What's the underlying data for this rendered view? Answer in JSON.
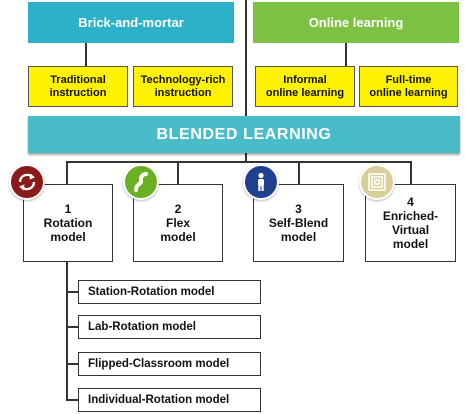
{
  "top_headers": {
    "left": "Brick-and-mortar",
    "right": "Online learning"
  },
  "yellow_boxes": [
    {
      "line1": "Traditional",
      "line2": "instruction"
    },
    {
      "line1": "Technology-rich",
      "line2": "instruction"
    },
    {
      "line1": "Informal",
      "line2": "online learning"
    },
    {
      "line1": "Full-time",
      "line2": "online learning"
    }
  ],
  "banner": "BLENDED LEARNING",
  "models": [
    {
      "number": "1",
      "line1": "Rotation",
      "line2": "model",
      "line3": "",
      "icon": "rotation-arrows-icon",
      "icon_color": "#8b1a1a"
    },
    {
      "number": "2",
      "line1": "Flex",
      "line2": "model",
      "line3": "",
      "icon": "flex-path-icon",
      "icon_color": "#6ab023"
    },
    {
      "number": "3",
      "line1": "Self-Blend",
      "line2": "model",
      "line3": "",
      "icon": "person-icon",
      "icon_color": "#1f3f8f"
    },
    {
      "number": "4",
      "line1": "Enriched-",
      "line2": "Virtual",
      "line3": "model",
      "icon": "nested-frames-icon",
      "icon_color": "#d9cf9a"
    }
  ],
  "rotation_submodels": [
    "Station-Rotation model",
    "Lab-Rotation model",
    "Flipped-Classroom model",
    "Individual-Rotation model"
  ],
  "colors": {
    "teal_header": "#2cb1c9",
    "green_header": "#7cc142",
    "yellow_box": "#fff200",
    "banner": "#49bcc9"
  }
}
